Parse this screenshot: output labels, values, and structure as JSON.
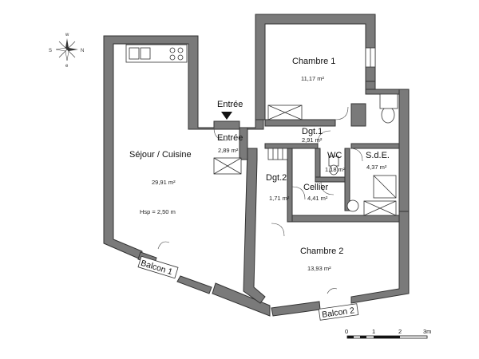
{
  "rooms": [
    {
      "id": "sejour",
      "name": "Séjour / Cuisine",
      "area": "29,91 m²",
      "note": "Hsp = 2,50 m"
    },
    {
      "id": "chambre1",
      "name": "Chambre 1",
      "area": "11,17 m²"
    },
    {
      "id": "chambre2",
      "name": "Chambre 2",
      "area": "13,93 m²"
    },
    {
      "id": "entree",
      "name": "Entrée",
      "area": "2,89 m²"
    },
    {
      "id": "dgt1",
      "name": "Dgt.1",
      "area": "2,91 m²"
    },
    {
      "id": "dgt2",
      "name": "Dgt.2",
      "area": "1,71 m²"
    },
    {
      "id": "wc",
      "name": "WC",
      "area": "1,18 m²"
    },
    {
      "id": "sde",
      "name": "S.d.E.",
      "area": "4,37 m²"
    },
    {
      "id": "cellier",
      "name": "Cellier",
      "area": "4,41 m²"
    }
  ],
  "entrance_label": "Entrée",
  "balconies": [
    "Balcon 1",
    "Balcon 2"
  ],
  "scale": {
    "ticks": [
      "0",
      "1",
      "2",
      "3m"
    ]
  },
  "compass": {
    "north": "N",
    "south": "S",
    "east": "e",
    "west": "w"
  }
}
